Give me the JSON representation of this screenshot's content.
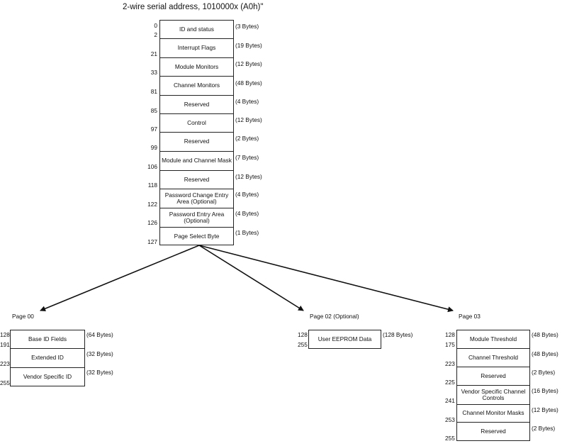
{
  "title": "2-wire serial address, 1010000x (A0h)\"",
  "lower_memory": {
    "rows": [
      {
        "label": "ID and status",
        "size": "(3 Bytes)",
        "start": "0",
        "end": "2"
      },
      {
        "label": "Interrupt Flags",
        "size": "(19 Bytes)",
        "end": "21"
      },
      {
        "label": "Module Monitors",
        "size": "(12 Bytes)",
        "end": "33"
      },
      {
        "label": "Channel Monitors",
        "size": "(48 Bytes)",
        "end": "81"
      },
      {
        "label": "Reserved",
        "size": "(4 Bytes)",
        "end": "85"
      },
      {
        "label": "Control",
        "size": "(12 Bytes)",
        "end": "97"
      },
      {
        "label": "Reserved",
        "size": "(2 Bytes)",
        "end": "99"
      },
      {
        "label": "Module  and Channel Mask",
        "size": "(7 Bytes)",
        "end": "106"
      },
      {
        "label": "Reserved",
        "size": "(12 Bytes)",
        "end": "118"
      },
      {
        "label": "Password Change Entry Area (Optional)",
        "size": "(4 Bytes)",
        "end": "122"
      },
      {
        "label": "Password Entry Area (Optional)",
        "size": "(4 Bytes)",
        "end": "126"
      },
      {
        "label": "Page Select Byte",
        "size": "(1 Bytes)",
        "end": "127"
      }
    ]
  },
  "page00": {
    "title": "Page 00",
    "rows": [
      {
        "label": "Base ID Fields",
        "size": "(64 Bytes)",
        "start": "128",
        "end": "191"
      },
      {
        "label": "Extended ID",
        "size": "(32 Bytes)",
        "end": "223"
      },
      {
        "label": "Vendor Specific ID",
        "size": "(32 Bytes)",
        "end": "255"
      }
    ]
  },
  "page02": {
    "title": "Page 02 (Optional)",
    "rows": [
      {
        "label": "User EEPROM Data",
        "size": "(128 Bytes)",
        "start": "128",
        "end": "255"
      }
    ]
  },
  "page03": {
    "title": "Page 03",
    "rows": [
      {
        "label": "Module Threshold",
        "size": "(48 Bytes)",
        "start": "128",
        "end": "175"
      },
      {
        "label": "Channel Threshold",
        "size": "(48 Bytes)",
        "end": "223"
      },
      {
        "label": "Reserved",
        "size": "(2 Bytes)",
        "end": "225"
      },
      {
        "label": "Vendor Specific Channel Controls",
        "size": "(16 Bytes)",
        "end": "241"
      },
      {
        "label": "Channel Monitor Masks",
        "size": "(12 Bytes)",
        "end": "253"
      },
      {
        "label": "Reserved",
        "size": "(2 Bytes)",
        "end": "255"
      }
    ]
  }
}
